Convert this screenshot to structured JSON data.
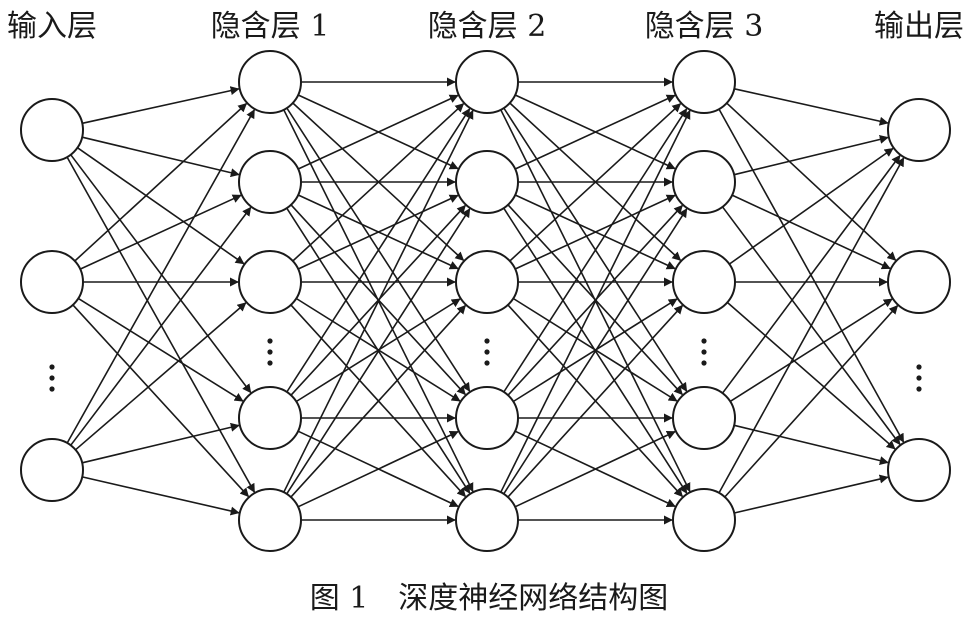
{
  "layers": [
    {
      "title": "输入层",
      "nodes": 3,
      "ellipsis_after": 2
    },
    {
      "title": "隐含层 1",
      "nodes": 5,
      "ellipsis_after": 3
    },
    {
      "title": "隐含层 2",
      "nodes": 5,
      "ellipsis_after": 3
    },
    {
      "title": "隐含层 3",
      "nodes": 5,
      "ellipsis_after": 3
    },
    {
      "title": "输出层",
      "nodes": 3,
      "ellipsis_after": 2
    }
  ],
  "caption": "图 1　深度神经网络结构图",
  "colors": {
    "line": "#1a1a1a",
    "node_fill": "#ffffff",
    "background": "#ffffff"
  },
  "connections": "fully-connected",
  "arrowhead": "filled-triangle"
}
